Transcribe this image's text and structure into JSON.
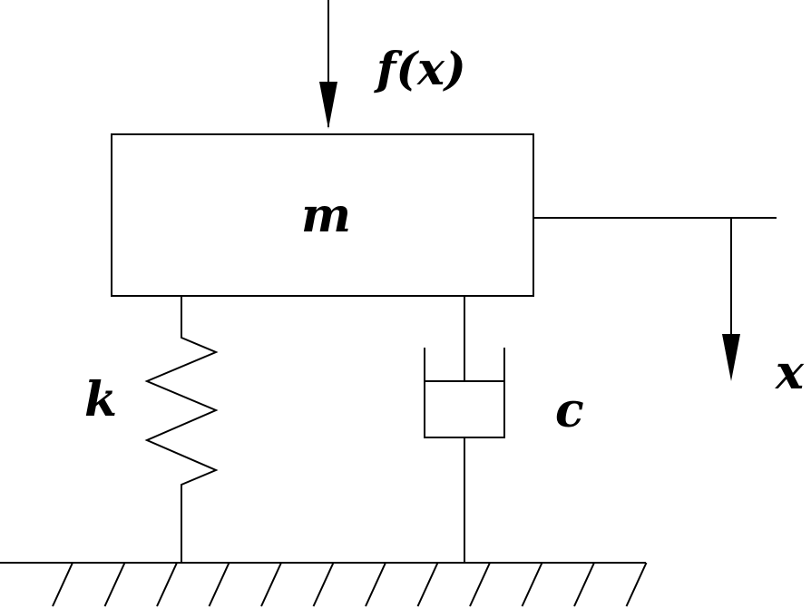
{
  "diagram": {
    "labels": {
      "force": "f(x)",
      "mass": "m",
      "spring": "k",
      "damper": "c",
      "displacement": "x"
    },
    "colors": {
      "stroke": "#000000",
      "background": "#ffffff"
    }
  }
}
